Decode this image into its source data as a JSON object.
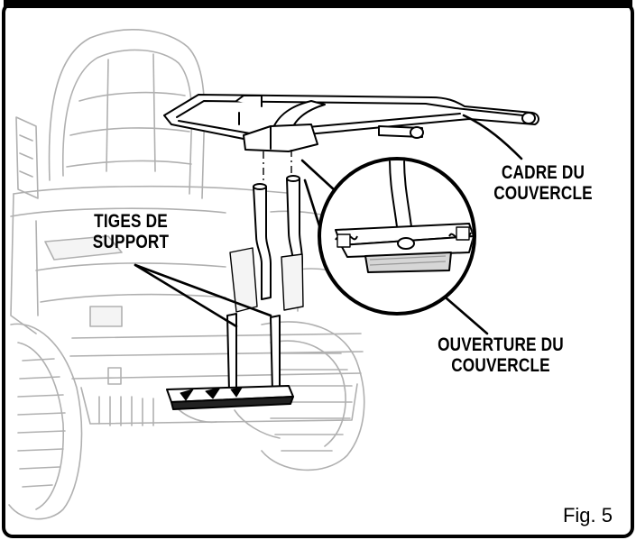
{
  "labels": {
    "tiges": {
      "line1": "TIGES DE",
      "line2": "SUPPORT"
    },
    "cadre": {
      "line1": "CADRE DU",
      "line2": "COUVERCLE"
    },
    "ouverture": {
      "line1": "OUVERTURE DU",
      "line2": "COUVERCLE"
    }
  },
  "figure_caption": "Fig. 5",
  "colors": {
    "line": "#000000",
    "faint": "#b8b8b8",
    "mid": "#7a7a7a",
    "fill_light": "#f4f4f4",
    "fill_gray": "#d6d6d6"
  }
}
